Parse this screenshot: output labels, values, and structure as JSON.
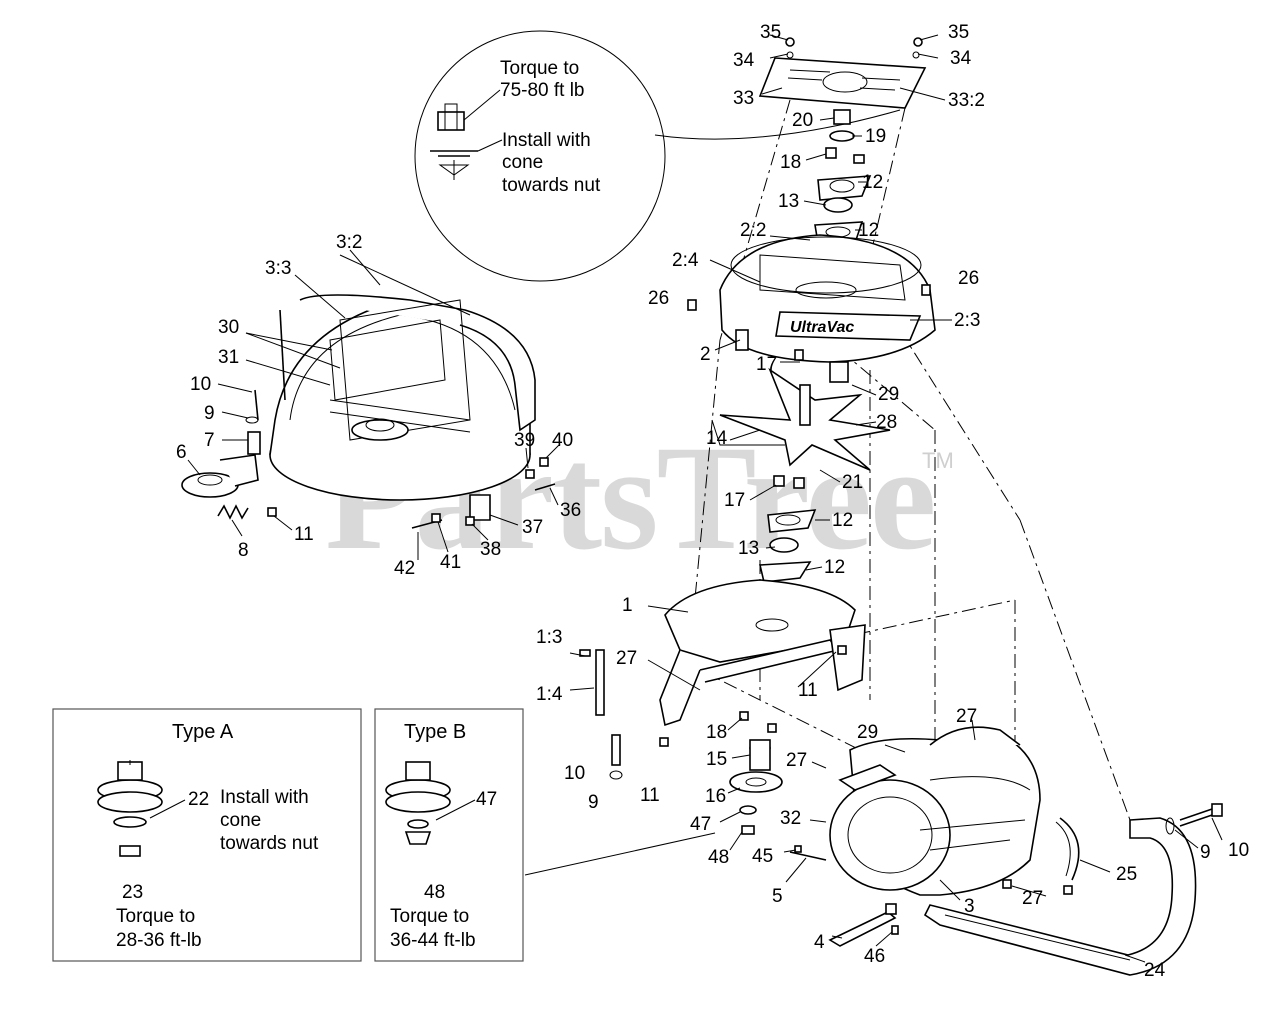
{
  "watermark": {
    "text": "PartsTree",
    "tm": "TM"
  },
  "detail_circle": {
    "line1": "Torque to",
    "line2": "75-80 ft lb",
    "line3": "Install with",
    "line4": "cone",
    "line5": "towards nut"
  },
  "type_a": {
    "title": "Type A",
    "part_22": "22",
    "note1": "Install with",
    "note2": "cone",
    "note3": "towards nut",
    "part_23": "23",
    "torque1": "Torque to",
    "torque2": "28-36 ft-lb"
  },
  "type_b": {
    "title": "Type B",
    "part_47": "47",
    "part_48": "48",
    "torque1": "Torque to",
    "torque2": "36-44 ft-lb"
  },
  "labels": {
    "p35a": "35",
    "p35b": "35",
    "p34a": "34",
    "p34b": "34",
    "p33": "33",
    "p33_2": "33:2",
    "p20": "20",
    "p19": "19",
    "p18a": "18",
    "p12a": "12",
    "p13a": "13",
    "p12b": "12",
    "p2_2": "2:2",
    "p2_4": "2:4",
    "p26a": "26",
    "p26b": "26",
    "p2_3": "2:3",
    "p2": "2",
    "p17a": "17",
    "p29a": "29",
    "p28": "28",
    "p14": "14",
    "p21": "21",
    "p17b": "17",
    "p12c": "12",
    "p13b": "13",
    "p12d": "12",
    "p1": "1",
    "p1_3": "1:3",
    "p27a": "27",
    "p1_4": "1:4",
    "p11a": "11",
    "p18b": "18",
    "p15": "15",
    "p10a": "10",
    "p9a": "9",
    "p11b": "11",
    "p16": "16",
    "p47": "47",
    "p48": "48",
    "p29b": "29",
    "p27b": "27",
    "p27c": "27",
    "p32": "32",
    "p45": "45",
    "p5": "5",
    "p3": "3",
    "p27d": "27",
    "p25": "25",
    "p9b": "9",
    "p10b": "10",
    "p4": "4",
    "p46": "46",
    "p24": "24",
    "p3_2": "3:2",
    "p3_3": "3:3",
    "p30": "30",
    "p31": "31",
    "p10c": "10",
    "p9c": "9",
    "p7": "7",
    "p6": "6",
    "p8": "8",
    "p11c": "11",
    "p39": "39",
    "p40": "40",
    "p36": "36",
    "p37": "37",
    "p38": "38",
    "p42": "42",
    "p41": "41"
  },
  "decal": {
    "brand": "UltraVac"
  }
}
